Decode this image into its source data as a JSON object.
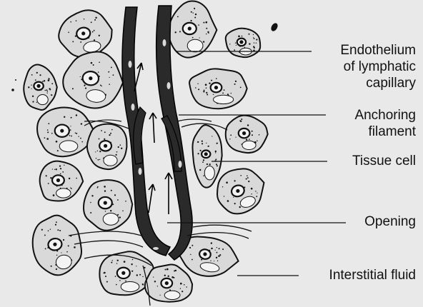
{
  "labels": {
    "endothelium": [
      "Endothelium",
      "of lymphatic",
      "capillary"
    ],
    "anchoring": [
      "Anchoring",
      "filament"
    ],
    "tissue_cell": "Tissue cell",
    "opening": "Opening",
    "interstitial_fluid": "Interstitial fluid"
  },
  "colors": {
    "background": "#e9e9e9",
    "ink": "#111111",
    "cell_fill": "#d9d9d9",
    "endothelium": "#2a2a2a"
  }
}
